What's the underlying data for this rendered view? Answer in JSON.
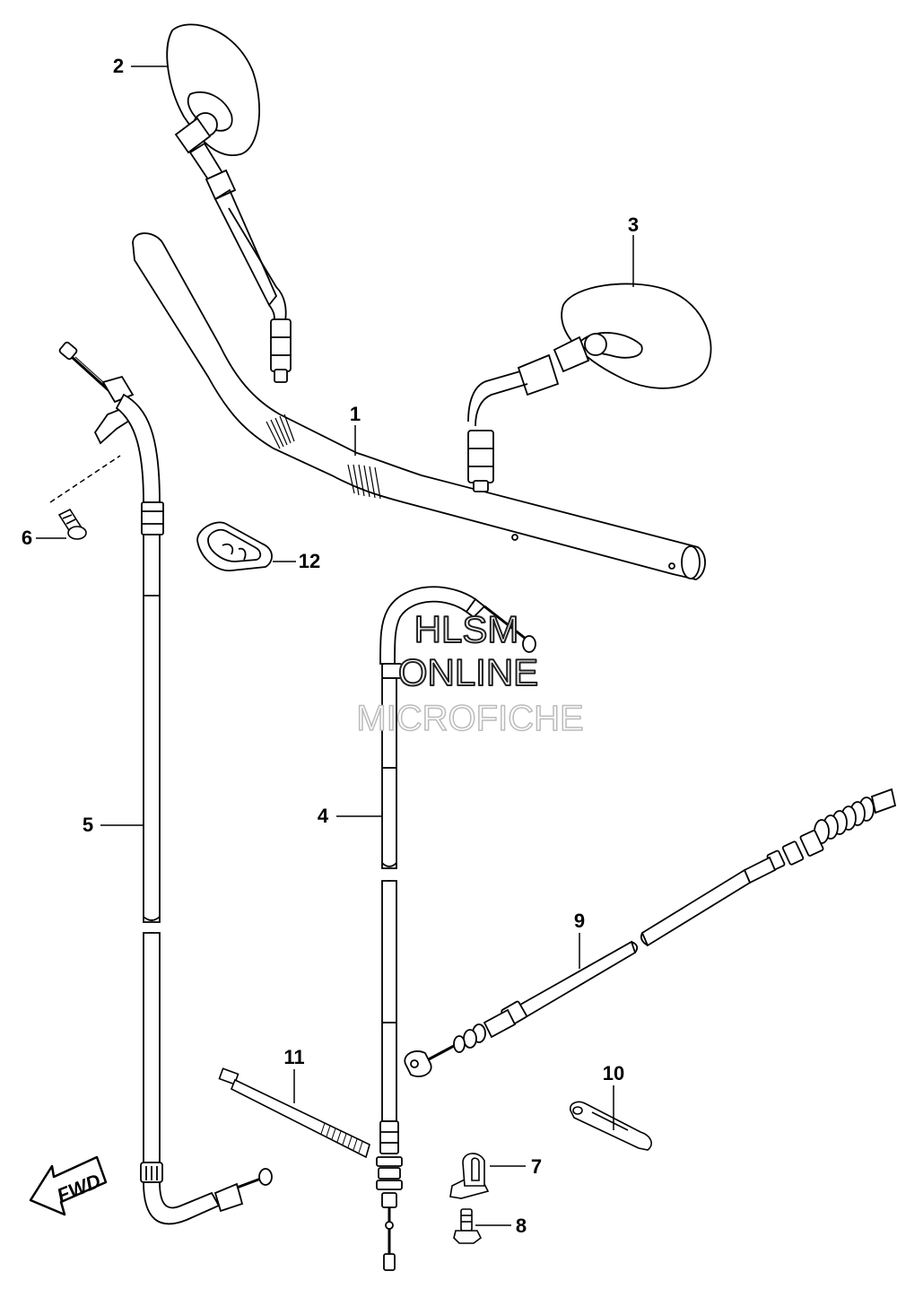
{
  "callouts": {
    "c1": "1",
    "c2": "2",
    "c3": "3",
    "c4": "4",
    "c5": "5",
    "c6": "6",
    "c7": "7",
    "c8": "8",
    "c9": "9",
    "c10": "10",
    "c11": "11",
    "c12": "12"
  },
  "watermark": {
    "line1": "HLSM",
    "line2": "ONLINE",
    "line3": "MICROFICHE"
  },
  "direction_badge": {
    "label": "FWD"
  }
}
